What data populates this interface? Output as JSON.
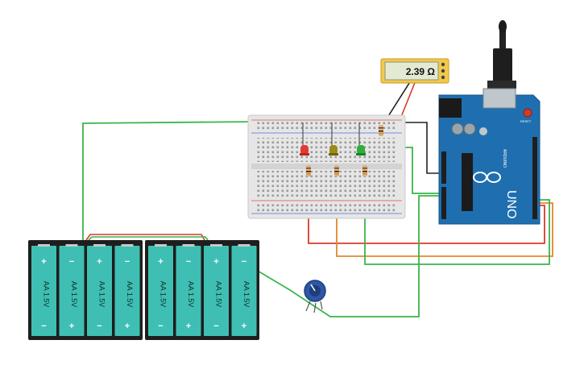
{
  "multimeter": {
    "reading": "2.39 Ω"
  },
  "arduino": {
    "board_label": "UNO",
    "brand_label": "ARDUINO",
    "reset_label": "RESET"
  },
  "batteries": {
    "pack_1": [
      {
        "label": "AA 1.5V",
        "top_sign": "+",
        "bottom_sign": "−"
      },
      {
        "label": "AA 1.5V",
        "top_sign": "−",
        "bottom_sign": "+"
      },
      {
        "label": "AA 1.5V",
        "top_sign": "+",
        "bottom_sign": "−"
      },
      {
        "label": "AA 1.5V",
        "top_sign": "−",
        "bottom_sign": "+"
      }
    ],
    "pack_2": [
      {
        "label": "AA 1.5V",
        "top_sign": "+",
        "bottom_sign": "−"
      },
      {
        "label": "AA 1.5V",
        "top_sign": "−",
        "bottom_sign": "+"
      },
      {
        "label": "AA 1.5V",
        "top_sign": "+",
        "bottom_sign": "−"
      },
      {
        "label": "AA 1.5V",
        "top_sign": "−",
        "bottom_sign": "+"
      }
    ]
  },
  "leds": [
    {
      "color_name": "red",
      "color": "#e53935"
    },
    {
      "color_name": "yellow",
      "color": "#9a8a1a"
    },
    {
      "color_name": "green",
      "color": "#2eae3a"
    }
  ],
  "wire_colors": {
    "green": "#3ab54a",
    "red": "#d93a2b",
    "orange": "#e0892a",
    "black": "#222222"
  }
}
